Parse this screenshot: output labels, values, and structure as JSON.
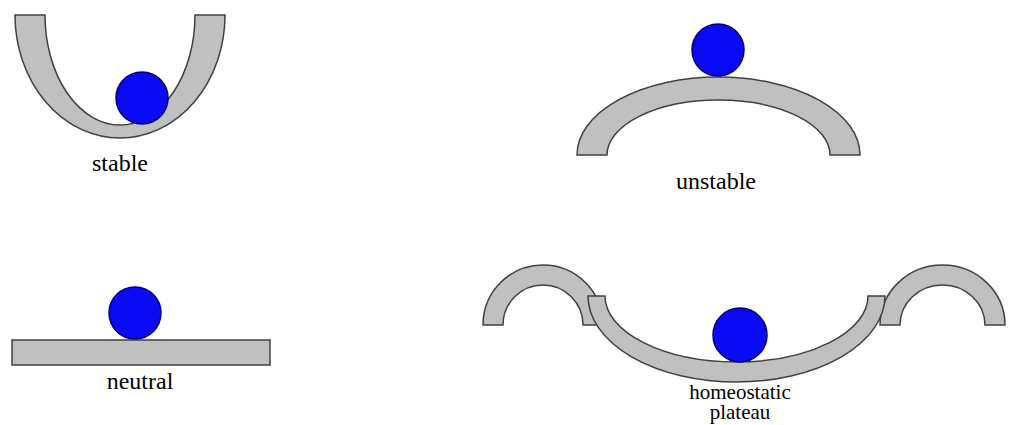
{
  "diagram": {
    "labels": [
      "stable",
      "unstable",
      "neutral",
      "homeostatic plateau"
    ]
  }
}
